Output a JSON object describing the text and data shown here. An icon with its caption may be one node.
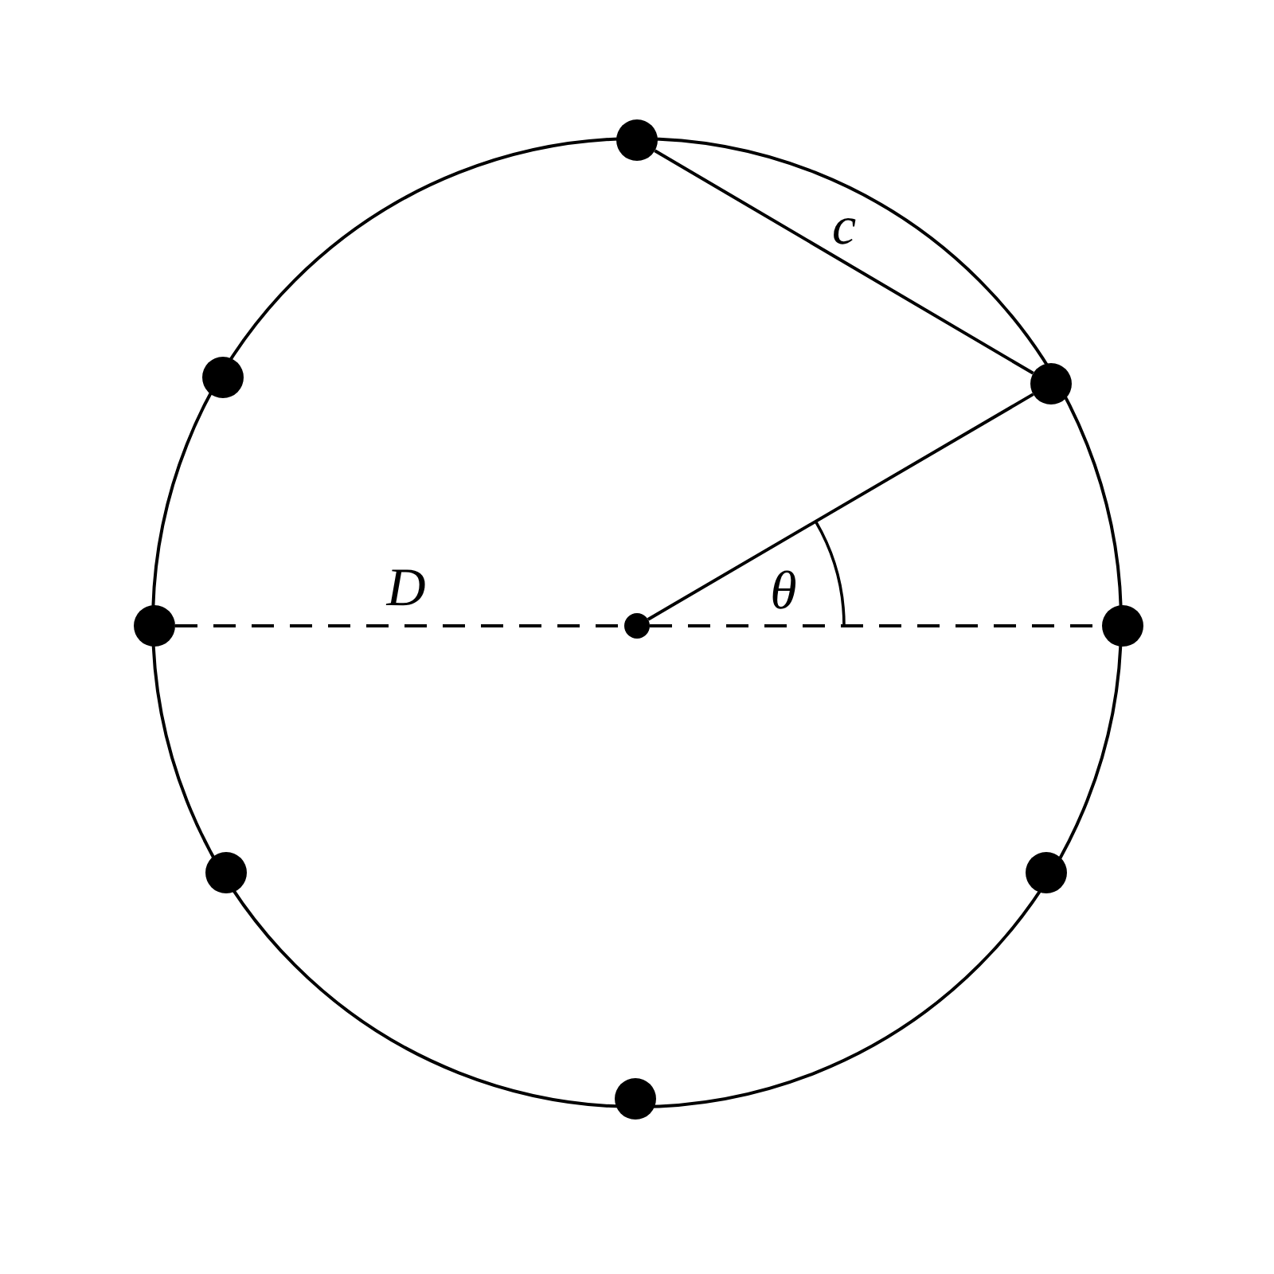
{
  "diagram": {
    "nodes": [
      {
        "text": [],
        "shape": "circle"
      },
      {
        "text": [],
        "shape": "circle"
      },
      {
        "text": [],
        "shape": "circle"
      },
      {
        "text": [],
        "shape": "circle"
      },
      {
        "text": [],
        "shape": "circle"
      },
      {
        "text": [],
        "shape": "circle"
      },
      {
        "text": [],
        "shape": "circle"
      },
      {
        "text": [],
        "shape": "circle"
      },
      {
        "text": [],
        "shape": "circle"
      }
    ],
    "edges": [
      {
        "from": 0,
        "to": 2,
        "arrow": "none",
        "label": "c"
      },
      {
        "from": 4,
        "to": 2,
        "arrow": "none"
      },
      {
        "from": 3,
        "to": 4,
        "arrow": "none",
        "style": "dashed",
        "label": "D"
      },
      {
        "from": 4,
        "to": 5,
        "arrow": "none",
        "style": "dashed"
      }
    ],
    "labels": [
      "θ"
    ]
  }
}
